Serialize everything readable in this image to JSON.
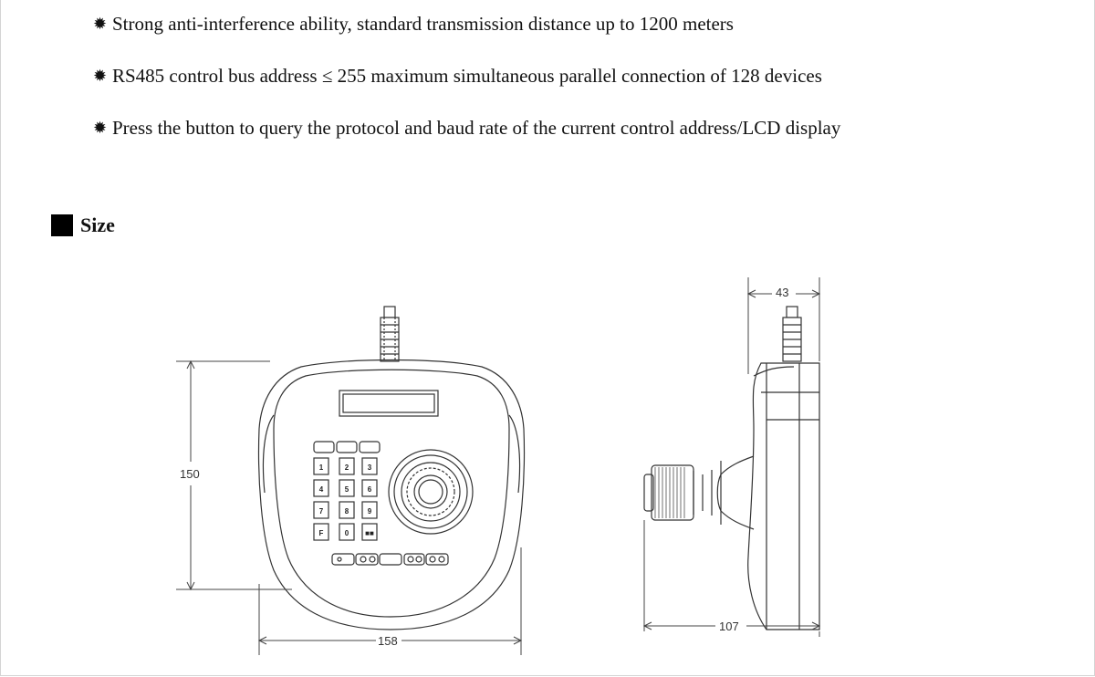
{
  "bullets": [
    {
      "icon": "star-bullet-icon",
      "text": "Strong anti-interference ability, standard transmission distance up to 1200 meters"
    },
    {
      "icon": "star-bullet-icon",
      "text": "RS485 control bus address ≤ 255 maximum simultaneous parallel connection of 128 devices"
    },
    {
      "icon": "star-bullet-icon",
      "text": "Press the button to query the protocol and baud rate of the current control address/LCD display"
    }
  ],
  "section": {
    "icon": "black-square-icon",
    "title": "Size"
  },
  "dimensions": {
    "height": "150",
    "width": "158",
    "depth": "107",
    "thickness": "43"
  },
  "keypad": {
    "rows": [
      [
        "1",
        "2",
        "3"
      ],
      [
        "4",
        "5",
        "6"
      ],
      [
        "7",
        "8",
        "9"
      ],
      [
        "F",
        "0",
        "■■"
      ]
    ]
  }
}
